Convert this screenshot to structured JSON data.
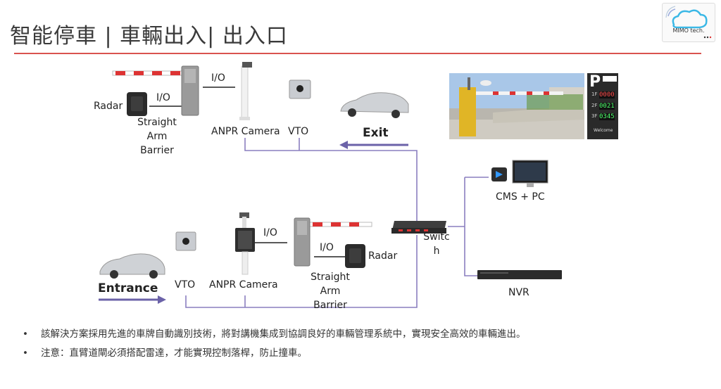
{
  "slide": {
    "title": "智能停車 | 車輛出入| 出入口",
    "logo_text": "MIMO tech."
  },
  "diagram": {
    "top": {
      "io_1": "I/O",
      "io_2": "I/O",
      "radar": "Radar",
      "barrier": [
        "Straight",
        "Arm",
        "Barrier"
      ],
      "anpr": "ANPR Camera",
      "vto": "VTO",
      "exit": "Exit"
    },
    "bottom": {
      "io_1": "I/O",
      "io_2": "I/O",
      "radar": "Radar",
      "barrier": [
        "Straight",
        "Arm",
        "Barrier"
      ],
      "anpr": "ANPR Camera",
      "vto": "VTO",
      "entrance": "Entrance"
    },
    "switch": [
      "Switc",
      "h"
    ],
    "cms": "CMS + PC",
    "nvr": "NVR",
    "display": {
      "p": "P",
      "rows": [
        {
          "floor": "1F",
          "value": "0000"
        },
        {
          "floor": "2F",
          "value": "0021"
        },
        {
          "floor": "3F",
          "value": "0345"
        }
      ],
      "welcome": "Welcome"
    }
  },
  "bullets": [
    "該解決方案採用先進的車牌自動識別技術，將對講機集成到協調良好的車輛管理系統中，實現安全高效的車輛進出。",
    "注意：直臂道閘必須搭配雷達，才能實現控制落桿，防止撞車。"
  ],
  "colors": {
    "accent_line": "#d9534f",
    "connector": "#8a7fbf",
    "arrow": "#6b62a8"
  }
}
